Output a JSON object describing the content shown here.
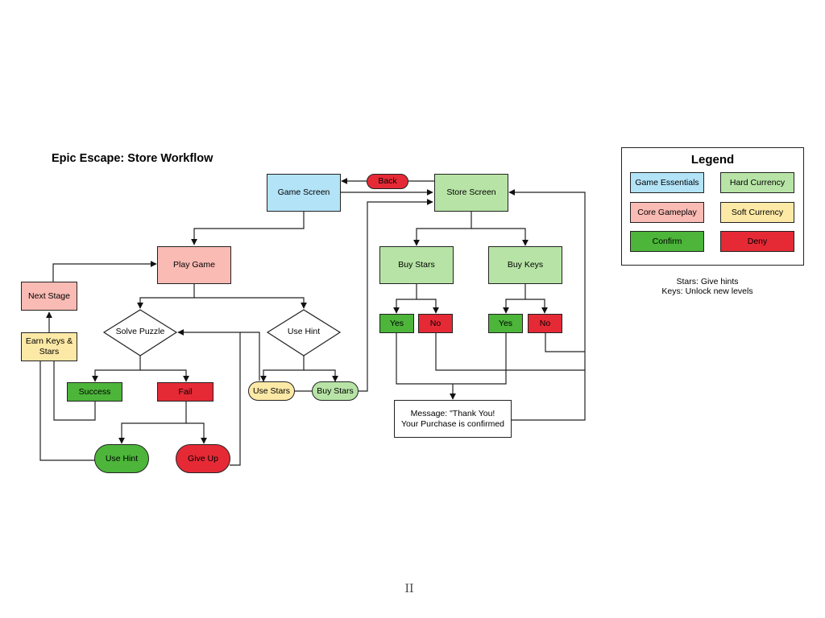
{
  "title": "Epic Escape: Store Workflow",
  "colors": {
    "game_essentials": "#b3e3f7",
    "core_gameplay": "#f9bbb4",
    "hard_currency": "#b7e4a6",
    "soft_currency": "#fde9a6",
    "confirm": "#4cb53a",
    "deny": "#e52a36"
  },
  "nodes": {
    "game_screen": "Game Screen",
    "back": "Back",
    "store_screen": "Store Screen",
    "play_game": "Play Game",
    "next_stage": "Next Stage",
    "earn_keys_stars": "Earn Keys & Stars",
    "solve_puzzle": "Solve Puzzle",
    "use_hint_decision": "Use Hint",
    "success": "Success",
    "fail": "Fail",
    "use_hint": "Use Hint",
    "give_up": "Give Up",
    "use_stars": "Use Stars",
    "buy_stars_capsule": "Buy Stars",
    "buy_stars": "Buy Stars",
    "buy_keys": "Buy Keys",
    "stars_yes": "Yes",
    "stars_no": "No",
    "keys_yes": "Yes",
    "keys_no": "No",
    "message": "Message: \"Thank You! Your Purchase is confirmed"
  },
  "legend": {
    "title": "Legend",
    "items": [
      "Game Essentials",
      "Hard Currency",
      "Core Gameplay",
      "Soft Currency",
      "Confirm",
      "Deny"
    ]
  },
  "notes": {
    "stars": "Stars: Give hints",
    "keys": "Keys: Unlock new levels"
  },
  "page_number": "II"
}
